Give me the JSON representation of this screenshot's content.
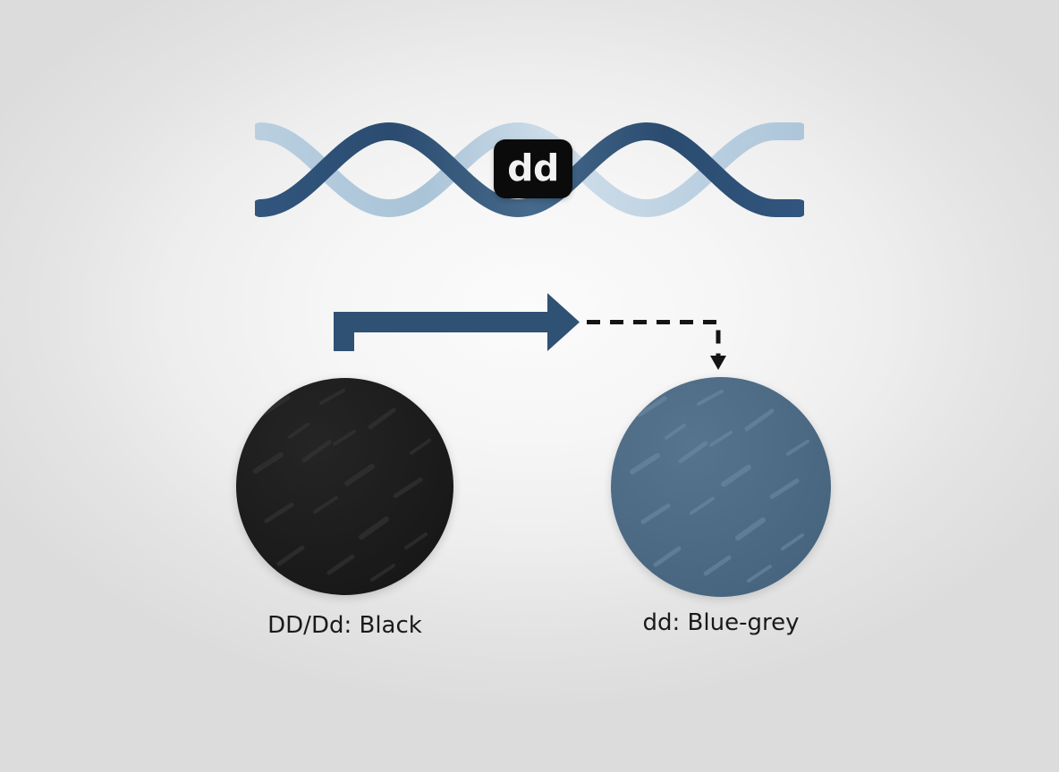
{
  "figure": {
    "background_color": "#e6e6e6",
    "accent_color": "#2e5174"
  },
  "helix": {
    "name": "dna-double-helix",
    "strand_dark_color": "#2e5278",
    "strand_light_color": "#b3cadd",
    "rung_dark_color": "#2e5278",
    "rung_light_color": "#c3d6e5"
  },
  "badge": {
    "label": "dd",
    "background_color": "#0b0b0b",
    "text_color": "#f2f2f2"
  },
  "arrow": {
    "solid_color": "#2e5174",
    "dashed_color": "#141414"
  },
  "phenotypes": [
    {
      "id": "dominant",
      "caption": "DD/Dd: Black",
      "color": "#1d1d1d",
      "swatch_name": "black-coat-swatch"
    },
    {
      "id": "recessive",
      "caption": "dd: Blue-grey",
      "color": "#4d6b85",
      "swatch_name": "blue-grey-coat-swatch"
    }
  ]
}
